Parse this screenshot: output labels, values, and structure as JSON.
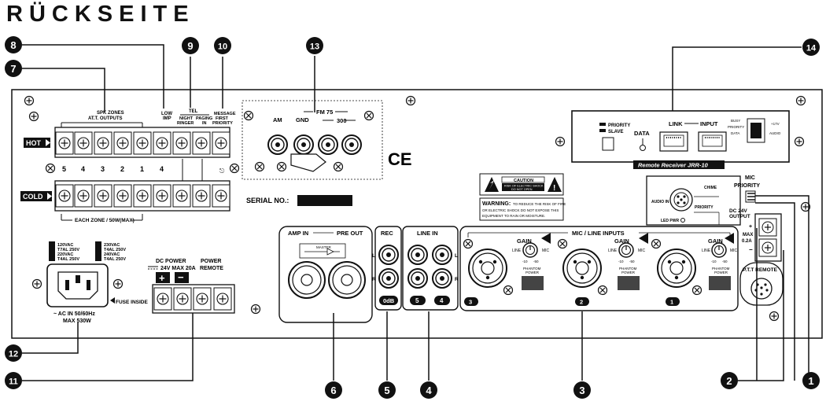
{
  "title": "RÜCKSEITE",
  "callouts": [
    "1",
    "2",
    "3",
    "4",
    "5",
    "6",
    "7",
    "8",
    "9",
    "10",
    "11",
    "12",
    "13",
    "14"
  ],
  "speaker": {
    "zones_header_line1": "SPK ZONES",
    "zones_header_line2": "AT.T. OUTPUTS",
    "low_imp": [
      "LOW",
      "IMP"
    ],
    "tel": "TEL",
    "night_ringer": [
      "NIGHT",
      "RINGER"
    ],
    "paging_in": [
      "PAGING",
      "IN"
    ],
    "message_first": [
      "MESSAGE",
      "FIRST",
      "PRIORITY"
    ],
    "hot": "HOT",
    "cold": "COLD",
    "zone_numbers": [
      "5",
      "4",
      "3",
      "2",
      "1",
      "4"
    ],
    "each_zone": "EACH ZONE / 50W(MAX)"
  },
  "tuner": {
    "fm": "FM 75",
    "am": "AM",
    "gnd": "GND",
    "ohm300": "300",
    "serial": "SERIAL NO.:",
    "ce": "CE"
  },
  "receiver": {
    "priority": "PRIORITY",
    "slave": "SLAVE",
    "data": "DATA",
    "link": "LINK",
    "input": "INPUT",
    "pins": [
      "BUSY",
      "PRIORITY",
      "DATA"
    ],
    "pins_right": [
      "+17V",
      "AUDIO"
    ],
    "name": "Remote Receiver JRR-10"
  },
  "caution": {
    "caution_title": "CAUTION",
    "caution_sub1": "RISK OF ELECTRIC SHOCK",
    "caution_sub2": "DO NOT OPEN",
    "warning_bold": "WARNING:",
    "warning_text1": "TO REDUCE THE RISK OF FIRE",
    "warning_text2": "OR ELECTRIC SHOCK DO NOT EXPOSE THIS",
    "warning_text3": "EQUIPMENT TO RAIN OR MOISTURE."
  },
  "mic_priority": {
    "title1": "MIC",
    "title2": "PRIORITY",
    "chime": "CHIME",
    "audio_in": "AUDIO IN",
    "priority": "PRIORITY",
    "led_pwr": "LED PWR",
    "dc_out1": "DC 24V",
    "dc_out2": "OUTPUT",
    "max1": "MAX",
    "max2": "0.2A",
    "ptt": "P.T.T REMOTE"
  },
  "power": {
    "fuse_left": [
      "120VAC",
      "T7AL 250V",
      "220VAC",
      "T4AL 250V"
    ],
    "fuse_right": [
      "230VAC",
      "T4AL 250V",
      "240VAC",
      "T4AL 250V"
    ],
    "ac_in": "~ AC IN 50/60Hz",
    "max": "MAX 530W",
    "fuse_inside": "FUSE INSIDE",
    "dc_power": "DC POWER",
    "dc_rating": "24V MAX 20A",
    "power_remote1": "POWER",
    "power_remote2": "REMOTE",
    "plus": "+",
    "minus": "−"
  },
  "inputs": {
    "amp_in": "AMP IN",
    "pre_out": "PRE OUT",
    "master": "MASTER",
    "rec": "REC",
    "line_in": "LINE IN",
    "l": "L",
    "r": "R",
    "zero_db": "0dB",
    "line_badges": [
      "5",
      "4"
    ],
    "mic_line": "MIC / LINE INPUTS",
    "gain": "GAIN",
    "line": "LINE",
    "mic": "MIC",
    "scale_low": "-10",
    "scale_high": "-50",
    "phantom1": "PHANTOM",
    "phantom2": "POWER",
    "channel_badges": [
      "3",
      "2",
      "1"
    ]
  }
}
